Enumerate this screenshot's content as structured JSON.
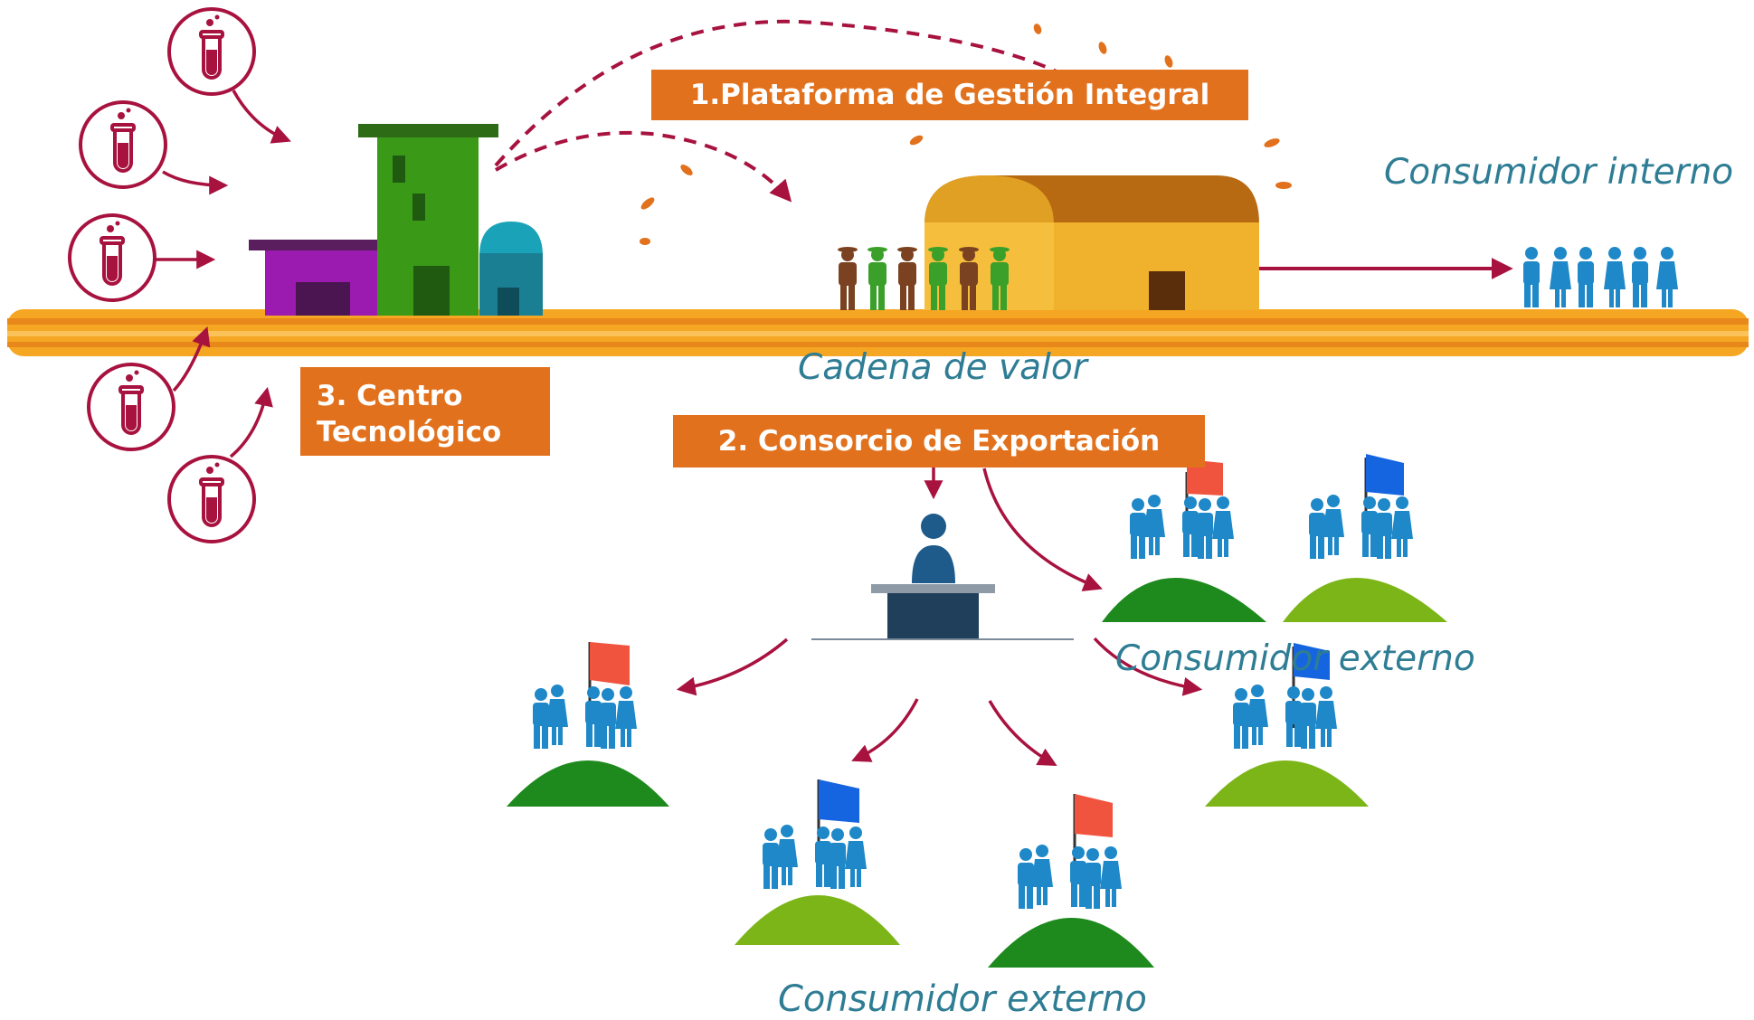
{
  "labels": {
    "plataforma": "1.Plataforma de Gestión Integral",
    "consorcio": "2. Consorcio de Exportación",
    "centro_line1": "3. Centro",
    "centro_line2": "Tecnológico"
  },
  "captions": {
    "consumidor_interno": "Consumidor interno",
    "cadena_de_valor": "Cadena de valor",
    "consumidor_externo_1": "Consumidor externo",
    "consumidor_externo_2": "Consumidor externo"
  },
  "colors": {
    "accent_orange": "#E2711D",
    "arrow_crimson": "#A8123F",
    "road_orange": "#F5A623",
    "caption_teal": "#2E7D94",
    "people_blue": "#1E88C8",
    "hill_dark_green": "#1E8A1E",
    "hill_light_green": "#7CB518",
    "flag_red": "#F0533E",
    "flag_blue": "#1565E0"
  },
  "icons": [
    "test-tube-icon",
    "building-icon",
    "warehouse-icon",
    "worker-group-icon",
    "people-group-icon",
    "exporter-desk-icon",
    "flag-icon",
    "hill-icon"
  ]
}
